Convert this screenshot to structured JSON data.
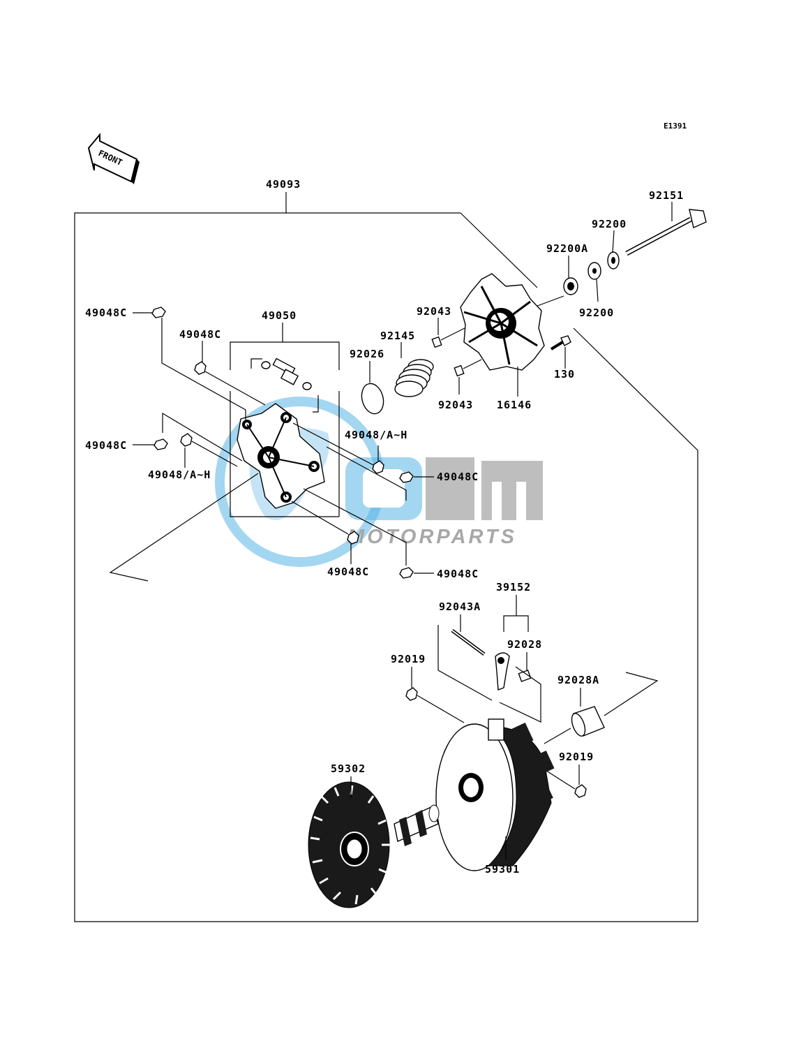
{
  "diagram_code": "E1391",
  "front_label": "FRONT",
  "watermark": {
    "brand": "OEM",
    "sub": "MOTORPARTS",
    "color_blue": "#3aa7e0",
    "color_gray": "#9a9a9a"
  },
  "labels": {
    "l49093": "49093",
    "l92151": "92151",
    "l92200_top": "92200",
    "l92200A": "92200A",
    "l92200_bot": "92200",
    "l49048C_1": "49048C",
    "l49050": "49050",
    "l49048C_2": "49048C",
    "l92043_top": "92043",
    "l92145": "92145",
    "l92026": "92026",
    "l130": "130",
    "l92043_bot": "92043",
    "l16146": "16146",
    "l49048AH_1": "49048/A~H",
    "l49048C_3": "49048C",
    "l49048AH_2": "49048/A~H",
    "l49048C_4": "49048C",
    "l49048C_5": "49048C",
    "l49048C_6": "49048C",
    "l39152": "39152",
    "l92043A": "92043A",
    "l92028": "92028",
    "l92019_top": "92019",
    "l92028A": "92028A",
    "l92019_bot": "92019",
    "l59302": "59302",
    "l59301": "59301"
  }
}
